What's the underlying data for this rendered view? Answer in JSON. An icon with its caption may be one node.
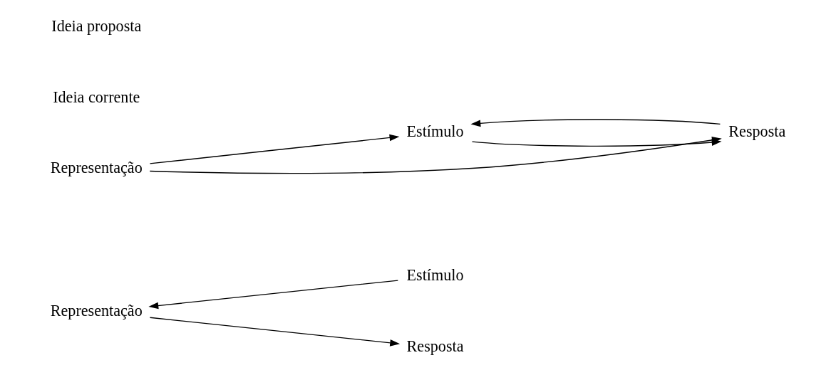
{
  "diagram": {
    "nodes": [
      {
        "text": [
          "Representação"
        ]
      },
      {
        "text": [
          "Estímulo"
        ]
      },
      {
        "text": [
          "Resposta"
        ]
      },
      {
        "text": [
          "Representação"
        ]
      },
      {
        "text": [
          "Estímulo"
        ]
      },
      {
        "text": [
          "Resposta"
        ]
      }
    ],
    "edges": [
      {
        "from": 1,
        "to": 0,
        "arrow": "to"
      },
      {
        "from": 0,
        "to": 2,
        "arrow": "to"
      },
      {
        "from": 3,
        "to": 4,
        "arrow": "to"
      },
      {
        "from": 3,
        "to": 5,
        "arrow": "to"
      },
      {
        "from": 4,
        "to": 5,
        "arrow": "to"
      },
      {
        "from": 5,
        "to": 4,
        "arrow": "to"
      }
    ],
    "labels": [
      "Ideia corrente",
      "Ideia proposta"
    ]
  }
}
